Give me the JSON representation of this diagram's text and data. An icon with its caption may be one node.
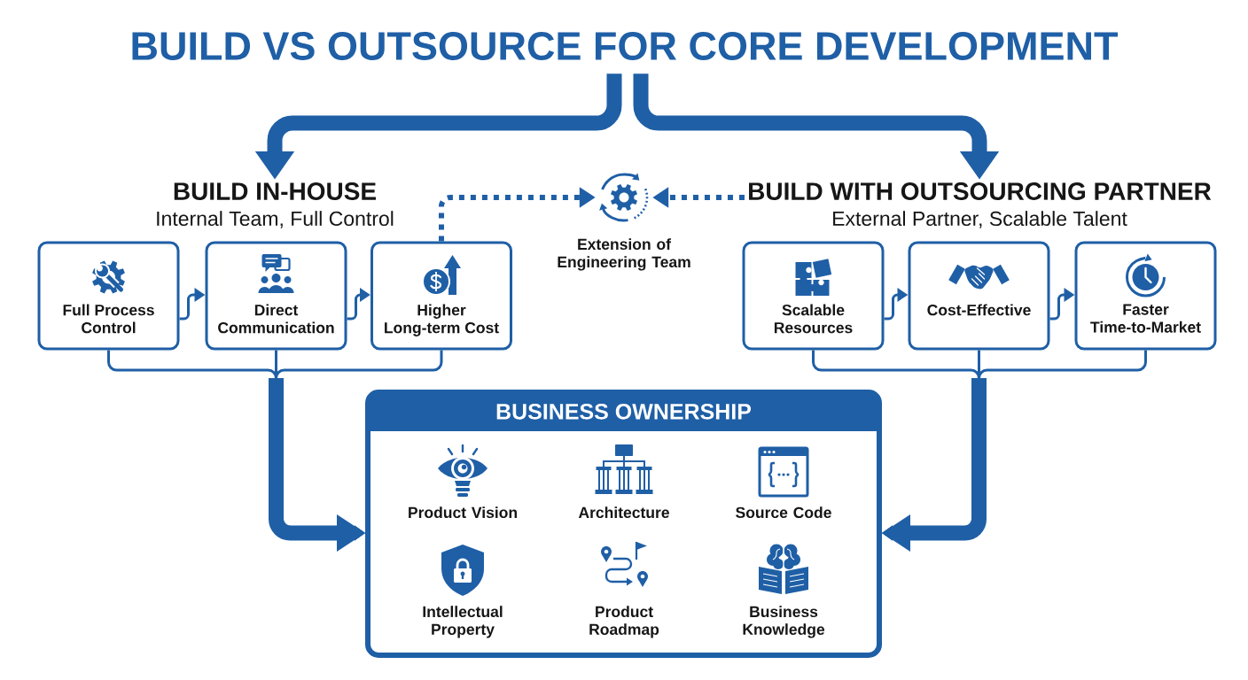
{
  "diagram": {
    "nodes": [
      {
        "text": [
          "BUILD VS OUTSOURCE FOR CORE DEVELOPMENT"
        ]
      },
      {
        "text": [
          "BUILD IN-HOUSE",
          "Internal Team, Full Control"
        ]
      },
      {
        "text": [
          "Full Process Control"
        ]
      },
      {
        "text": [
          "Direct Communication"
        ]
      },
      {
        "text": [
          "Higher Long-term Cost"
        ]
      },
      {
        "text": [],
        "shape": "picture",
        "beside": [
          "Extension of Engineering Team"
        ]
      },
      {
        "text": [
          "BUILD WITH OUTSOURCING PARTNER",
          "External Partner, Scalable Talent"
        ]
      },
      {
        "text": [
          "Scalable Resources"
        ]
      },
      {
        "text": [
          "Cost-Effective"
        ]
      },
      {
        "text": [
          "Faster Time-to-Market"
        ]
      },
      {
        "text": [
          "BUSINESS OWNERSHIP"
        ]
      }
    ],
    "edges": [
      {
        "from": 0,
        "to": 1,
        "arrow": "to",
        "style": "thick"
      },
      {
        "from": 0,
        "to": 6,
        "arrow": "to",
        "style": "thick"
      },
      {
        "from": 2,
        "to": 3,
        "arrow": "to"
      },
      {
        "from": 3,
        "to": 4,
        "arrow": "to"
      },
      {
        "from": 4,
        "to": 5,
        "arrow": "to",
        "style": "dashed"
      },
      {
        "from": 6,
        "to": 5,
        "arrow": "to",
        "style": "dashed"
      },
      {
        "from": 7,
        "to": 8,
        "arrow": "to"
      },
      {
        "from": 8,
        "to": 9,
        "arrow": "to"
      },
      {
        "from": 2,
        "to": 10,
        "arrow": "to"
      },
      {
        "from": 3,
        "to": 10,
        "arrow": "to"
      },
      {
        "from": 4,
        "to": 10,
        "arrow": "to"
      },
      {
        "from": 7,
        "to": 10,
        "arrow": "to"
      },
      {
        "from": 8,
        "to": 10,
        "arrow": "to"
      },
      {
        "from": 9,
        "to": 10,
        "arrow": "to"
      }
    ],
    "labels": [
      "Product Vision",
      "Architecture",
      "Source Code",
      "Intellectual Property",
      "Product Roadmap",
      "Business Knowledge"
    ]
  }
}
